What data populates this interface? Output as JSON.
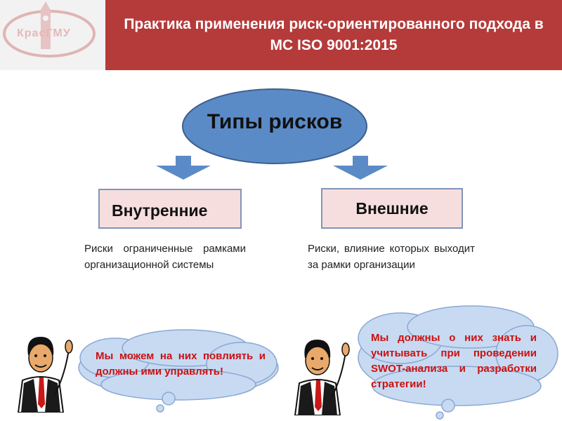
{
  "header": {
    "title": "Практика применения риск-ориентированного подхода в МС ISO 9001:2015",
    "logo_text": "КрасГМУ"
  },
  "diagram": {
    "center": "Типы рисков",
    "internal": {
      "label": "Внутренние",
      "description": "Риски ограниченные рамками организационной системы",
      "callout": "Мы можем на них повлиять и должны ими управлять!"
    },
    "external": {
      "label": "Внешние",
      "description": "Риски, влияние которых выходит за рамки организации",
      "callout": "Мы должны о них знать и учитывать при проведении SWOT-анализа и разработки стратегии!"
    }
  },
  "colors": {
    "header_bg": "#b53a3a",
    "ellipse_fill": "#5b8bc7",
    "box_fill": "#f6dede",
    "cloud_fill": "#c7daf2",
    "callout_text": "#cc1010"
  },
  "icons": [
    "university-logo",
    "thinking-man-icon"
  ]
}
